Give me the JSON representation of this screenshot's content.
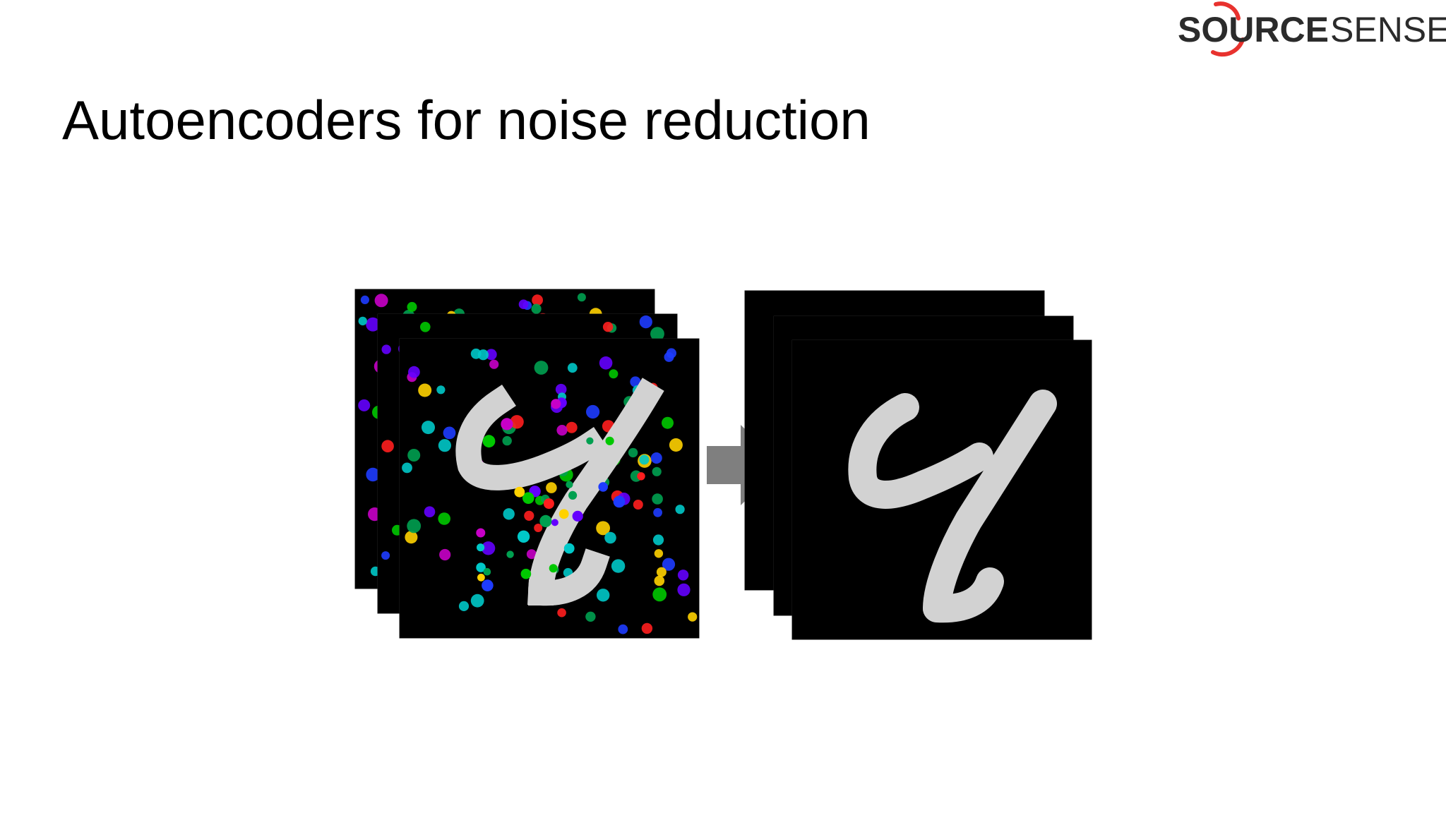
{
  "slide": {
    "title": "Autoencoders for noise reduction"
  },
  "logo": {
    "text_bold": "SOURCE",
    "text_light": "SENSE",
    "accent_color": "#e8322e",
    "text_color": "#2b2b2b"
  },
  "figure": {
    "input_stack": {
      "description_icon": "noisy-digit-image",
      "digit_color": "#d2d2d2"
    },
    "output_stack": {
      "description_icon": "clean-digit-image",
      "digit_color": "#d2d2d2"
    },
    "arrow": {
      "icon": "right-arrow-icon",
      "color": "#7f7f7f"
    }
  }
}
